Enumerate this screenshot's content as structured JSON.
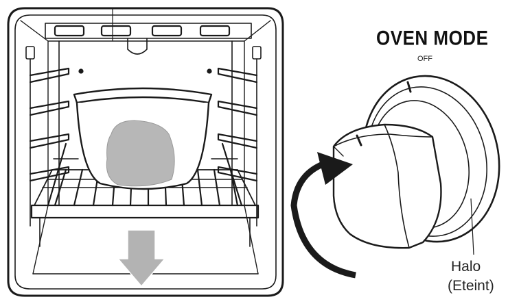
{
  "labels": {
    "oven_mode": "OVEN MODE",
    "off": "OFF",
    "halo": "Halo",
    "halo_fr": "(Eteint)"
  },
  "colors": {
    "line": "#1a1a1a",
    "food": "#b7b7b7",
    "arrow_gray": "#b3b3b3",
    "background": "#ffffff"
  },
  "icons": {
    "remove_arrow": "down-arrow-icon",
    "rotate_arrow": "curved-arrow-icon"
  }
}
